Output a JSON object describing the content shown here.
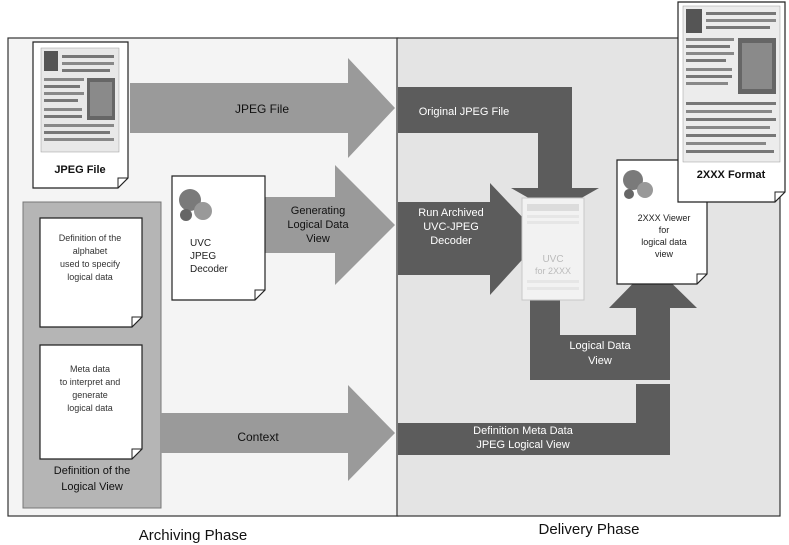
{
  "phases": {
    "archiving": "Archiving Phase",
    "delivery": "Delivery Phase"
  },
  "arrows": {
    "jpeg_file": "JPEG File",
    "generating": [
      "Generating",
      "Logical Data",
      "View"
    ],
    "context": "Context",
    "original_jpeg": "Original JPEG File",
    "run_archived": [
      "Run Archived",
      "UVC-JPEG",
      "Decoder"
    ],
    "logical_data_view": [
      "Logical Data",
      "View"
    ],
    "definition_meta": [
      "Definition Meta Data",
      "JPEG Logical View"
    ]
  },
  "documents": {
    "jpeg_file": "JPEG File",
    "uvc_decoder": [
      "UVC",
      "JPEG",
      "Decoder"
    ],
    "alphabet_definition": [
      "Definition of the",
      "alphabet",
      "used to specify",
      "logical data"
    ],
    "meta_data": [
      "Meta data",
      "to interpret and",
      "generate",
      "logical data"
    ],
    "logical_view_definition": [
      "Definition of the",
      "Logical View"
    ],
    "viewer": [
      "2XXX Viewer",
      "for",
      "logical data",
      "view"
    ],
    "format": "2XXX Format"
  },
  "uvc_machine": {
    "title": "UVC",
    "subtitle": "for 2XXX"
  },
  "colors": {
    "arrow_light": "#9a9a9a",
    "arrow_dark": "#5c5c5c",
    "archive_bg": "#f4f4f4",
    "delivery_bg": "#e4e4e4",
    "definition_panel": "#b5b5b5"
  }
}
